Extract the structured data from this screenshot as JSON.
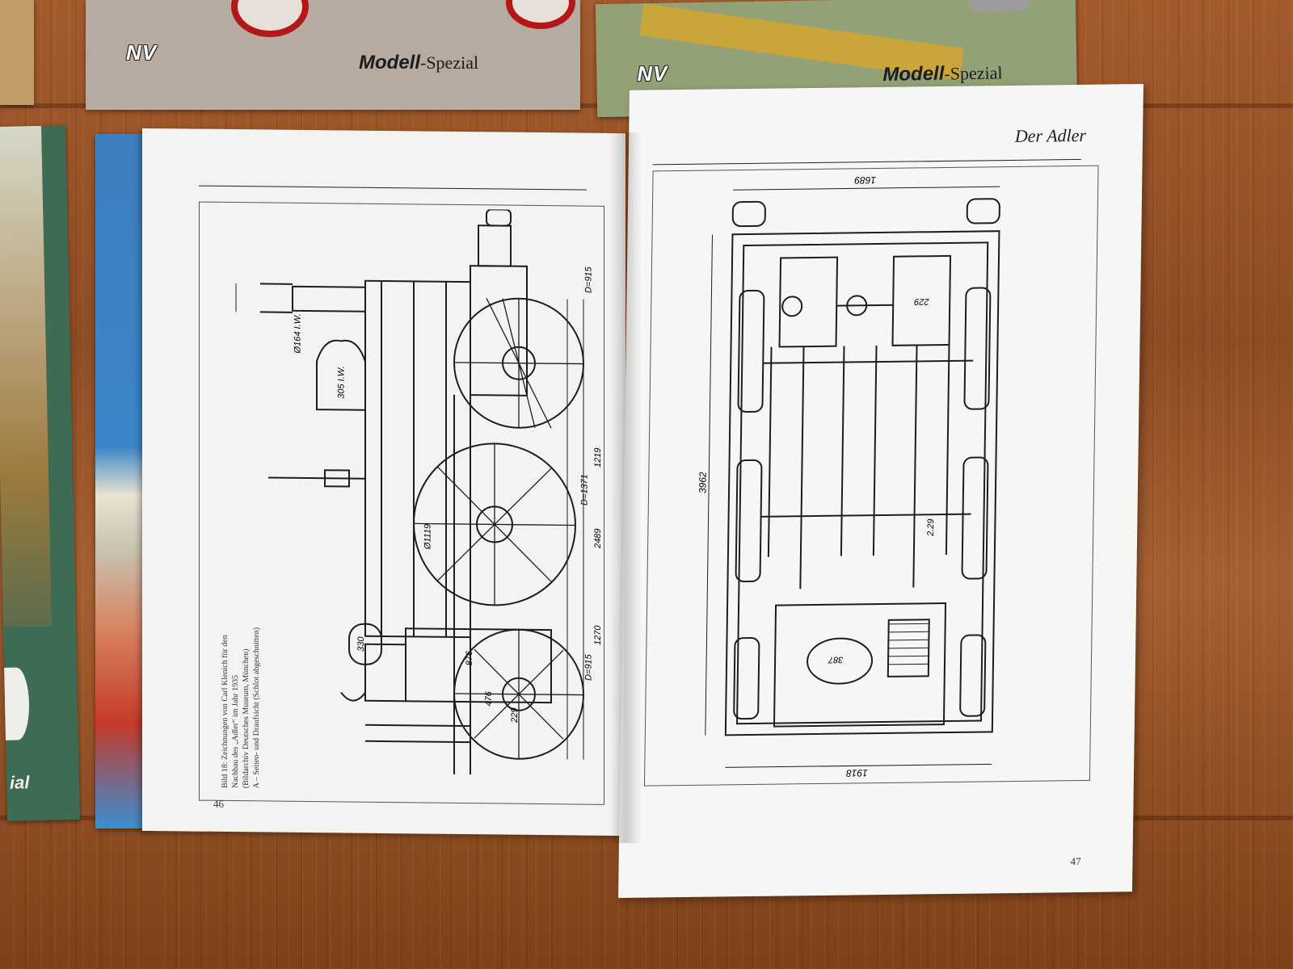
{
  "magazines": {
    "top_left": {
      "brand": "NV",
      "title": "Modell",
      "subtitle": "-Spezial"
    },
    "top_right": {
      "brand": "NV",
      "title": "Modell",
      "subtitle": "-Spezial"
    },
    "left_edge_fragment": "ial"
  },
  "book": {
    "left_page": {
      "page_number": "46",
      "caption_lines": [
        "Bild 18: Zeichnungen von Carl Klenich für den",
        "Nachbau des „Adler“ im Jahr 1935",
        "(Bildarchiv Deutsches Museum, München)",
        "A – Seiten- und Draufsicht (Schlot abgeschnitten)"
      ],
      "dimensions": {
        "chimney": "Ø164 I.W.",
        "dome": "305 I.W.",
        "boiler": "Ø1119",
        "front_wheel": "D=915",
        "driving_wheel": "D=1371",
        "rear_wheel": "D=915",
        "wheelbase_front": "1219",
        "wheelbase_total": "2489",
        "wheelbase_rear": "1270",
        "firebox": "876",
        "firebox_height": "476",
        "frame_height": "229",
        "buffer": "330"
      }
    },
    "right_page": {
      "running_head": "Der Adler",
      "page_number": "47",
      "dimensions": {
        "width_top": "1689",
        "length": "3962",
        "width_bottom": "1918",
        "cylinder": "229",
        "crank": "2.29",
        "firebox_hole": "387"
      }
    }
  }
}
